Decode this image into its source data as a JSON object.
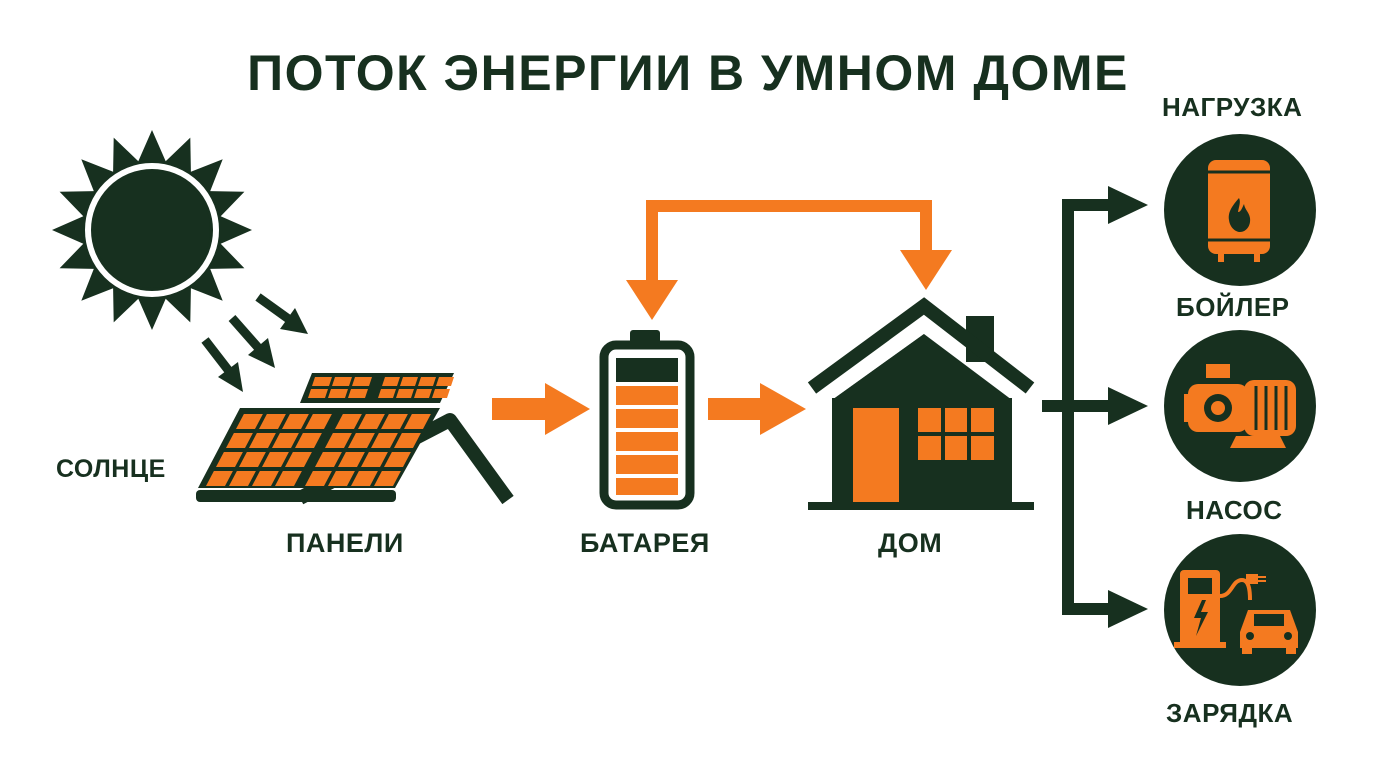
{
  "title": "ПОТОК ЭНЕРГИИ В УМНОМ ДОМЕ",
  "colors": {
    "dark_green": "#17301f",
    "orange": "#f47a20",
    "white": "#ffffff"
  },
  "nodes": {
    "sun": {
      "label": "СОЛНЦЕ",
      "icon": "sun-icon"
    },
    "panels": {
      "label": "ПАНЕЛИ",
      "icon": "solar-panels-icon"
    },
    "battery": {
      "label": "БАТАРЕЯ",
      "icon": "battery-icon"
    },
    "home": {
      "label": "ДОМ",
      "icon": "house-icon"
    }
  },
  "load": {
    "heading": "НАГРУЗКА",
    "items": [
      {
        "label": "БОЙЛЕР",
        "icon": "water-heater-icon"
      },
      {
        "label": "НАСОС",
        "icon": "pump-icon"
      },
      {
        "label": "ЗАРЯДКА",
        "icon": "ev-charger-icon"
      }
    ]
  }
}
